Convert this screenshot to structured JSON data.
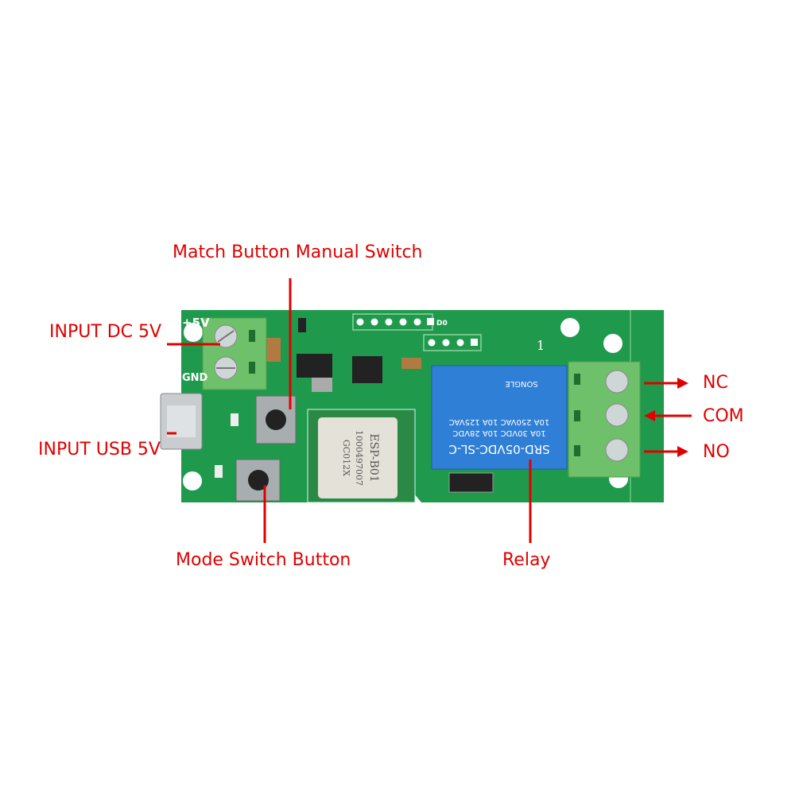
{
  "colors": {
    "annotation": "#e00000",
    "pcb": "#1f9a4c",
    "relay": "#2f7fd6",
    "terminal": "#6fc06a"
  },
  "labels": {
    "match_button": "Match Button Manual Switch",
    "input_dc": "INPUT DC 5V",
    "input_usb": "INPUT USB 5V",
    "mode_button": "Mode Switch Button",
    "relay": "Relay",
    "nc": "NC",
    "com": "COM",
    "no": "NO"
  },
  "silkscreen": {
    "plus5v": "+5V",
    "gnd": "GND",
    "d0": "D0",
    "one": "1"
  },
  "relay_print": {
    "model": "SRD-05VDC-SL-C",
    "line1": "10A 30VDC  10A 28VDC",
    "line2": "10A 250VAC  10A 125VAC",
    "brand": "SONGLE"
  },
  "module_print": {
    "model": "ESP-B01",
    "line1": "1000497007",
    "line2": "GC012X"
  }
}
